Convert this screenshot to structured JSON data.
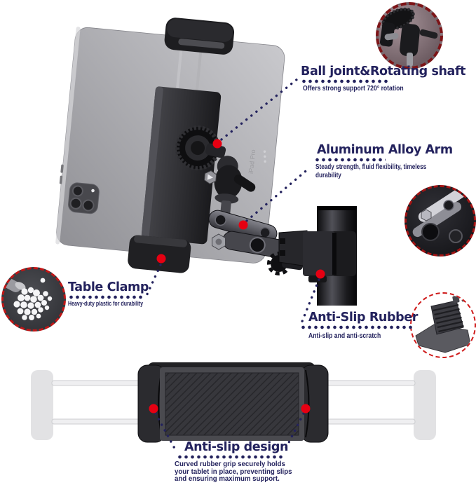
{
  "colors": {
    "label_navy": "#23225d",
    "marker_red": "#e60012",
    "inset_ring_red": "#c11616",
    "product_black": "#1d1d20",
    "tablet_grey": "#b2b2b6",
    "background": "#ffffff"
  },
  "callouts": {
    "ball_joint": {
      "title": "Ball joint&Rotating shaft",
      "subtitle": "Offers strong support  720° rotation"
    },
    "aluminum_arm": {
      "title": "Aluminum Alloy Arm",
      "subtitle": "Steady strength, fluid flexibility, timeless durability"
    },
    "table_clamp": {
      "title": "Table Clamp",
      "subtitle": "Heavy-duty plastic for durability"
    },
    "anti_slip_rubber": {
      "title": "Anti-Slip Rubber",
      "subtitle": "Anti-slip and anti-scratch"
    },
    "anti_slip_design": {
      "title": "Anti-slip design",
      "subtitle": "Curved rubber grip securely holds\nyour tablet in place, preventing slips\nand ensuring maximum support."
    }
  },
  "product": {
    "tablet_back_label": "iPad Pro"
  },
  "insets": {
    "shaft": "rotating-shaft-closeup",
    "arm": "aluminum-arm-closeup",
    "pellets": "plastic-pellets-closeup",
    "rubber": "anti-slip-rubber-closeup"
  }
}
